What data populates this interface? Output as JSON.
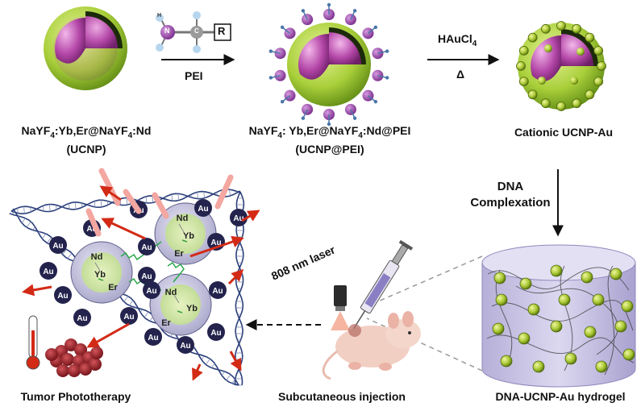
{
  "colors": {
    "shell_green": "#b9d84c",
    "core_magenta": "#b447a8",
    "au_navy": "#23234d",
    "dna_blue": "#2a3e7a",
    "hydrogel_lavender": "#c9c3e4",
    "laser_red": "#d32a16"
  },
  "step1": {
    "reagent": "PEI",
    "molecule_r": "R",
    "molecule_n": "N",
    "molecule_c": "C",
    "molecule_h": "H",
    "label_line1_a": "NaYF",
    "label_line1_sub": "4",
    "label_line1_b": ":Yb,Er@NaYF",
    "label_line1_sub2": "4",
    "label_line1_c": ":Nd",
    "label_line2": "(UCNP)"
  },
  "step2": {
    "reagent_a": "HAuCl",
    "reagent_sub": "4",
    "reagent_b": "Δ",
    "label_line1_a": "NaYF",
    "label_line1_sub": "4",
    "label_line1_b": ": Yb,Er@NaYF",
    "label_line1_sub2": "4",
    "label_line1_c": ":Nd@PEI",
    "label_line2": "(UCNP@PEI)"
  },
  "step3": {
    "label": "Cationic UCNP-Au",
    "arrow_label_line1": "DNA",
    "arrow_label_line2": "Complexation"
  },
  "hydrogel": {
    "label": "DNA-UCNP-Au hydrogel"
  },
  "injection": {
    "label": "Subcutaneous injection",
    "laser": "808 nm laser"
  },
  "therapy": {
    "label": "Tumor Phototherapy",
    "au": "Au",
    "nd": "Nd",
    "yb": "Yb",
    "er": "Er"
  }
}
